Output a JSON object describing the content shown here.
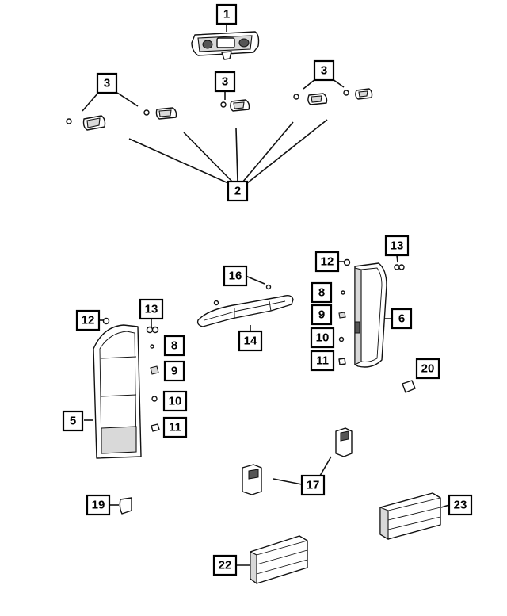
{
  "colors": {
    "line": "#111111",
    "background": "#ffffff",
    "shade": "#d9d9d9"
  },
  "callouts": {
    "c1": "1",
    "c2": "2",
    "c3a": "3",
    "c3b": "3",
    "c3c": "3",
    "c5": "5",
    "c6": "6",
    "c8a": "8",
    "c8b": "8",
    "c9a": "9",
    "c9b": "9",
    "c10a": "10",
    "c10b": "10",
    "c11a": "11",
    "c11b": "11",
    "c12a": "12",
    "c12b": "12",
    "c13a": "13",
    "c13b": "13",
    "c14": "14",
    "c16": "16",
    "c17": "17",
    "c19": "19",
    "c20": "20",
    "c22": "22",
    "c23": "23"
  }
}
